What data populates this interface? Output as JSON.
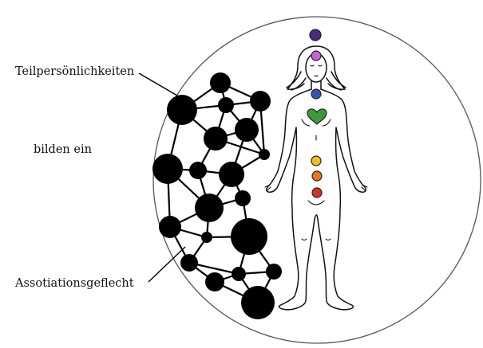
{
  "labels": {
    "sub_personalities": "Teilpersönlichkeiten",
    "form_a": "bilden ein",
    "association_network": "Assotiationsgeflecht"
  },
  "colors": {
    "outline": "#000000",
    "node_fill": "#000000",
    "chakra_crown": "#4b2a7a",
    "chakra_third_eye": "#c860d6",
    "chakra_throat": "#3a52b8",
    "chakra_heart": "#3d9a3a",
    "chakra_solar_plexus": "#f0c020",
    "chakra_sacral": "#e67520",
    "chakra_root": "#d93025"
  },
  "chakras": [
    {
      "name": "crown",
      "shape": "circle"
    },
    {
      "name": "third-eye",
      "shape": "circle"
    },
    {
      "name": "throat",
      "shape": "circle"
    },
    {
      "name": "heart",
      "shape": "heart"
    },
    {
      "name": "solar-plexus",
      "shape": "circle"
    },
    {
      "name": "sacral",
      "shape": "circle"
    },
    {
      "name": "root",
      "shape": "circle"
    }
  ]
}
